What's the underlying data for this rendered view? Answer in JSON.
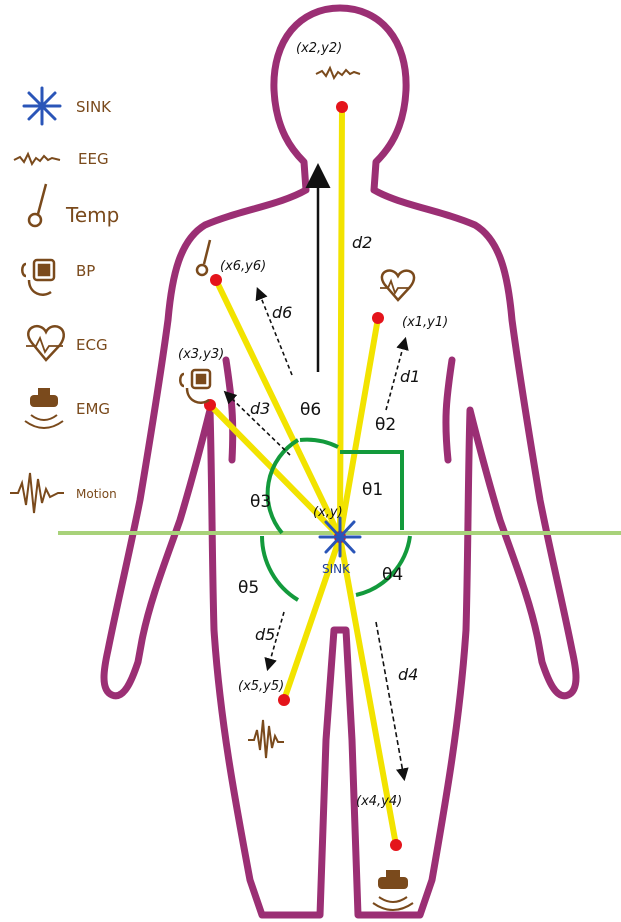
{
  "legend": {
    "sink": "SINK",
    "eeg": "EEG",
    "temp": "Temp",
    "bp": "BP",
    "ecg": "ECG",
    "emg": "EMG",
    "motion": "Motion"
  },
  "nodes": {
    "n1": "(x1,y1)",
    "n2": "(x2,y2)",
    "n3": "(x3,y3)",
    "n4": "(x4,y4)",
    "n5": "(x5,y5)",
    "n6": "(x6,y6)",
    "sink_center": "(x,y)",
    "sink_label": "SINK"
  },
  "distances": {
    "d1": "d1",
    "d2": "d2",
    "d3": "d3",
    "d4": "d4",
    "d5": "d5",
    "d6": "d6"
  },
  "angles": {
    "t1": "θ1",
    "t2": "θ2",
    "t3": "θ3",
    "t4": "θ4",
    "t5": "θ5",
    "t6": "θ6"
  },
  "colors": {
    "body_outline": "#9b2f74",
    "axis_line": "#a8d27a",
    "link_line": "#f2e300",
    "angle_arc": "#139a3c",
    "node": "#e4141b",
    "sensor_icon": "#7a4a1c",
    "sink_icon": "#2a55b8"
  }
}
